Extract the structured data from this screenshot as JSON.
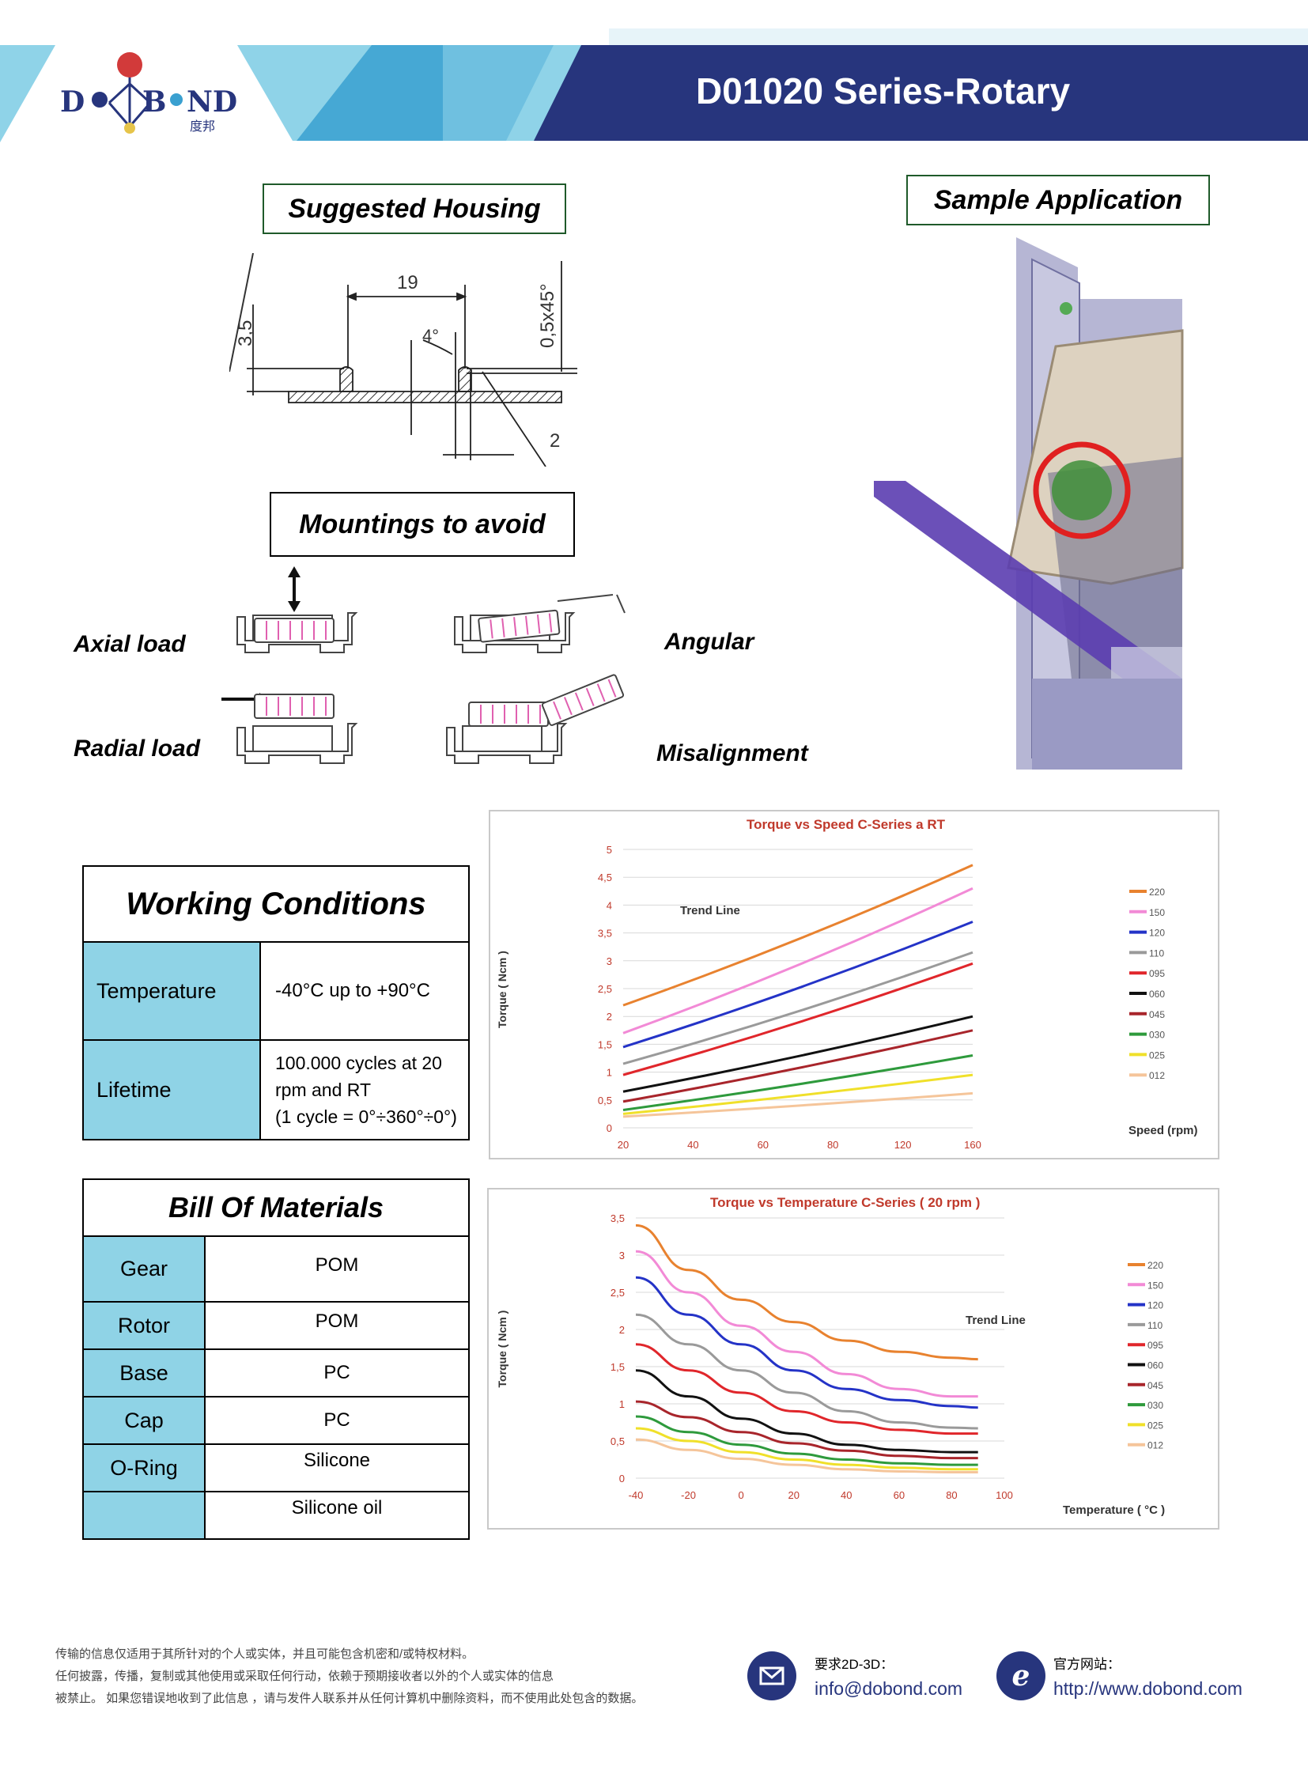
{
  "header": {
    "title": "D01020 Series-Rotary",
    "logo_text_left": "D",
    "logo_text_mid": "B",
    "logo_text_right": "ND",
    "logo_cn": "度邦",
    "colors": {
      "navy": "#27357d",
      "light_blue": "#8fd3e8",
      "mid_blue": "#3aa0d0",
      "logo_red": "#d23a3a"
    }
  },
  "suggested_housing": {
    "title": "Suggested Housing",
    "dims": [
      "19",
      "3,5",
      "4°",
      "0,5x45°",
      "2"
    ]
  },
  "sample_application": {
    "title": "Sample Application"
  },
  "mountings": {
    "title": "Mountings to avoid",
    "labels": [
      "Axial load",
      "Angular",
      "Radial load",
      "Misalignment"
    ]
  },
  "working_conditions": {
    "title": "Working Conditions",
    "rows": [
      {
        "label": "Temperature",
        "value_lines": [
          "-40°C up to +90°C"
        ]
      },
      {
        "label": "Lifetime",
        "value_lines": [
          "100.000 cycles at 20",
          "rpm and RT",
          "(1 cycle = 0°÷360°÷0°)"
        ]
      }
    ]
  },
  "bill_of_materials": {
    "title": "Bill Of Materials",
    "rows": [
      {
        "part": "Gear",
        "material": "POM"
      },
      {
        "part": "Rotor",
        "material": "POM"
      },
      {
        "part": "Base",
        "material": "PC"
      },
      {
        "part": "Cap",
        "material": "PC"
      },
      {
        "part": "O-Ring",
        "material": "Silicone"
      },
      {
        "part": "",
        "material": "Silicone oil"
      }
    ]
  },
  "chart_data": [
    {
      "type": "line",
      "title": "Torque vs Speed  C-Series a RT",
      "xlabel": "Speed (rpm)",
      "ylabel": "Torque ( Ncm )",
      "annotation": "Trend Line",
      "x": [
        20,
        160
      ],
      "xticks": [
        "20",
        "40",
        "60",
        "80",
        "120",
        "160"
      ],
      "xlim": [
        20,
        160
      ],
      "yticks": [
        "0",
        "0,5",
        "1",
        "1,5",
        "2",
        "2,5",
        "3",
        "3,5",
        "4",
        "4,5",
        "5"
      ],
      "ylim": [
        0,
        5
      ],
      "legend_position": "right",
      "series": [
        {
          "name": "220",
          "color": "#e8822f",
          "values": [
            2.2,
            4.72
          ]
        },
        {
          "name": "150",
          "color": "#f28ad6",
          "values": [
            1.7,
            4.3
          ]
        },
        {
          "name": "120",
          "color": "#2433c7",
          "values": [
            1.45,
            3.7
          ]
        },
        {
          "name": "110",
          "color": "#9a9a9a",
          "values": [
            1.15,
            3.15
          ]
        },
        {
          "name": "095",
          "color": "#e0262b",
          "values": [
            0.95,
            2.95
          ]
        },
        {
          "name": "060",
          "color": "#111111",
          "values": [
            0.65,
            2.0
          ]
        },
        {
          "name": "045",
          "color": "#a8252b",
          "values": [
            0.47,
            1.75
          ]
        },
        {
          "name": "030",
          "color": "#2e9a3c",
          "values": [
            0.32,
            1.3
          ]
        },
        {
          "name": "025",
          "color": "#f0e02a",
          "values": [
            0.25,
            0.95
          ]
        },
        {
          "name": "012",
          "color": "#f5c59a",
          "values": [
            0.2,
            0.62
          ]
        }
      ]
    },
    {
      "type": "line",
      "title": "Torque vs Temperature C-Series ( 20 rpm )",
      "xlabel": "Temperature  ( °C )",
      "ylabel": "Torque ( Ncm )",
      "annotation": "Trend Line",
      "x": [
        -40,
        -20,
        0,
        20,
        40,
        60,
        80,
        90
      ],
      "xticks": [
        "-40",
        "-20",
        "0",
        "20",
        "40",
        "60",
        "80",
        "100"
      ],
      "xlim": [
        -40,
        100
      ],
      "yticks": [
        "0",
        "0,5",
        "1",
        "1,5",
        "2",
        "2,5",
        "3",
        "3,5"
      ],
      "ylim": [
        0,
        3.5
      ],
      "legend_position": "right",
      "series": [
        {
          "name": "220",
          "color": "#e8822f",
          "values": [
            3.4,
            2.8,
            2.4,
            2.1,
            1.85,
            1.7,
            1.62,
            1.6
          ]
        },
        {
          "name": "150",
          "color": "#f28ad6",
          "values": [
            3.05,
            2.5,
            2.05,
            1.7,
            1.4,
            1.2,
            1.1,
            1.1
          ]
        },
        {
          "name": "120",
          "color": "#2433c7",
          "values": [
            2.7,
            2.2,
            1.8,
            1.45,
            1.2,
            1.05,
            0.97,
            0.95
          ]
        },
        {
          "name": "110",
          "color": "#9a9a9a",
          "values": [
            2.2,
            1.8,
            1.45,
            1.15,
            0.9,
            0.75,
            0.68,
            0.67
          ]
        },
        {
          "name": "095",
          "color": "#e0262b",
          "values": [
            1.8,
            1.45,
            1.15,
            0.9,
            0.75,
            0.65,
            0.6,
            0.6
          ]
        },
        {
          "name": "060",
          "color": "#111111",
          "values": [
            1.45,
            1.1,
            0.8,
            0.6,
            0.45,
            0.38,
            0.35,
            0.35
          ]
        },
        {
          "name": "045",
          "color": "#a8252b",
          "values": [
            1.03,
            0.82,
            0.62,
            0.47,
            0.37,
            0.3,
            0.27,
            0.27
          ]
        },
        {
          "name": "030",
          "color": "#2e9a3c",
          "values": [
            0.83,
            0.62,
            0.45,
            0.33,
            0.25,
            0.2,
            0.18,
            0.18
          ]
        },
        {
          "name": "025",
          "color": "#f0e02a",
          "values": [
            0.67,
            0.5,
            0.35,
            0.25,
            0.18,
            0.14,
            0.12,
            0.12
          ]
        },
        {
          "name": "012",
          "color": "#f5c59a",
          "values": [
            0.52,
            0.38,
            0.26,
            0.18,
            0.12,
            0.09,
            0.08,
            0.08
          ]
        }
      ]
    }
  ],
  "footer": {
    "disclaimer": [
      "传输的信息仅适用于其所针对的个人或实体，并且可能包含机密和/或特权材料。",
      "任何披露，传播，复制或其他使用或采取任何行动，依赖于预期接收者以外的个人或实体的信息",
      "被禁止。 如果您错误地收到了此信息 ，请与发件人联系并从任何计算机中删除资料，而不使用此处包含的数据。"
    ],
    "email_label": "要求2D-3D：",
    "email": "info@dobond.com",
    "web_label": "官方网站：",
    "web": "http://www.dobond.com"
  }
}
